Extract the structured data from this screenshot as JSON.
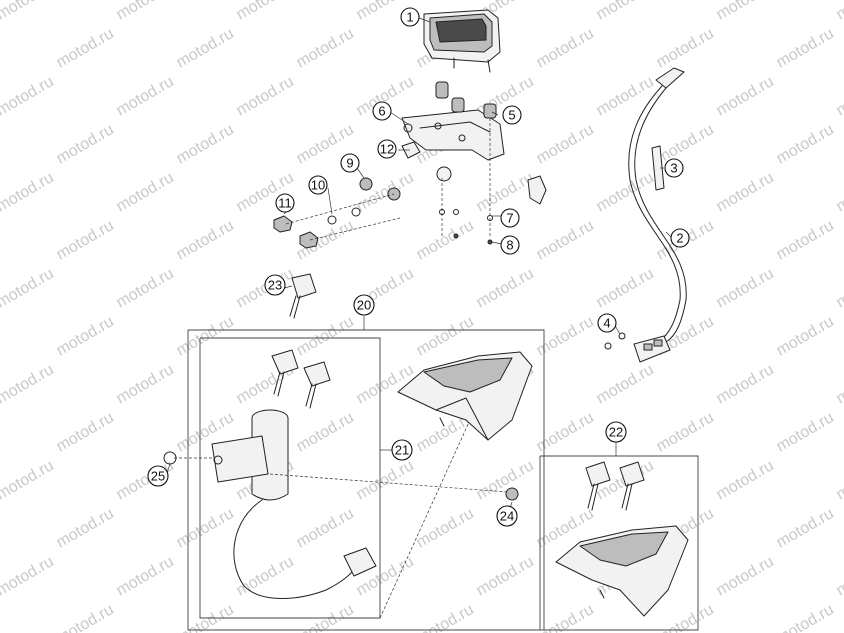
{
  "watermark": {
    "text": "motod.ru"
  },
  "callouts": [
    {
      "id": "p1",
      "label": "1"
    },
    {
      "id": "p2",
      "label": "2"
    },
    {
      "id": "p3",
      "label": "3"
    },
    {
      "id": "p4",
      "label": "4"
    },
    {
      "id": "p5",
      "label": "5"
    },
    {
      "id": "p6",
      "label": "6"
    },
    {
      "id": "p7",
      "label": "7"
    },
    {
      "id": "p8",
      "label": "8"
    },
    {
      "id": "p9",
      "label": "9"
    },
    {
      "id": "p10",
      "label": "10"
    },
    {
      "id": "p11",
      "label": "11"
    },
    {
      "id": "p12",
      "label": "12"
    },
    {
      "id": "p20",
      "label": "20"
    },
    {
      "id": "p21",
      "label": "21"
    },
    {
      "id": "p22",
      "label": "22"
    },
    {
      "id": "p23",
      "label": "23"
    },
    {
      "id": "p24",
      "label": "24"
    },
    {
      "id": "p25",
      "label": "25"
    }
  ]
}
